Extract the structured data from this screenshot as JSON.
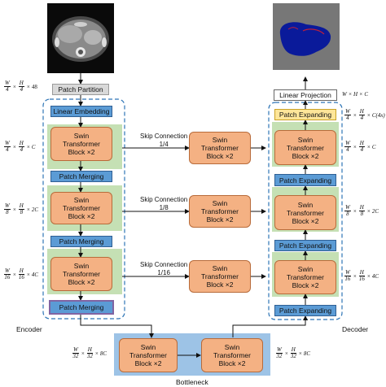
{
  "input_dims": {
    "frac1_num": "W",
    "frac1_den": "4",
    "frac2_num": "H",
    "frac2_den": "4",
    "tail": "48"
  },
  "stages": {
    "patch_partition": "Patch Partition",
    "linear_embedding": "Linear Embedding",
    "swin_block": [
      "Swin",
      "Transformer",
      "Block ×2"
    ],
    "patch_merging": "Patch Merging",
    "patch_expanding": "Patch Expanding",
    "linear_projection": "Linear Projection",
    "encoder": "Encoder",
    "decoder": "Decoder",
    "bottleneck": "Bottleneck"
  },
  "skip_connections": [
    {
      "label": "Skip Connection",
      "ratio": "1/4"
    },
    {
      "label": "Skip Connection",
      "ratio": "1/8"
    },
    {
      "label": "Skip Connection",
      "ratio": "1/16"
    }
  ],
  "dims": {
    "enc1": {
      "a": "W",
      "b": "4",
      "c": "H",
      "d": "4",
      "tail": "C"
    },
    "enc2": {
      "a": "W",
      "b": "8",
      "c": "H",
      "d": "8",
      "tail": "2C"
    },
    "enc3": {
      "a": "W",
      "b": "16",
      "c": "H",
      "d": "16",
      "tail": "4C"
    },
    "bott_l": {
      "a": "W",
      "b": "32",
      "c": "H",
      "d": "32",
      "tail": "8C"
    },
    "bott_r": {
      "a": "W",
      "b": "32",
      "c": "H",
      "d": "32",
      "tail": "8C"
    },
    "out": {
      "text": "W × H × C"
    },
    "dec_exp": {
      "a": "W",
      "b": "4",
      "c": "H",
      "d": "4",
      "tail": "C(4x)"
    },
    "dec1": {
      "a": "W",
      "b": "4",
      "c": "H",
      "d": "4",
      "tail": "C"
    },
    "dec2": {
      "a": "W",
      "b": "8",
      "c": "H",
      "d": "8",
      "tail": "2C"
    },
    "dec3": {
      "a": "W",
      "b": "16",
      "c": "H",
      "d": "16",
      "tail": "4C"
    }
  },
  "colors": {
    "swin": "#f4b183",
    "blue": "#5b9bd5",
    "green": "#c5e0b4",
    "bottleneck_bg": "#9dc3e6",
    "dashed": "#2e75b6",
    "purple": "#8064a2",
    "yellow": "#ffe699"
  }
}
